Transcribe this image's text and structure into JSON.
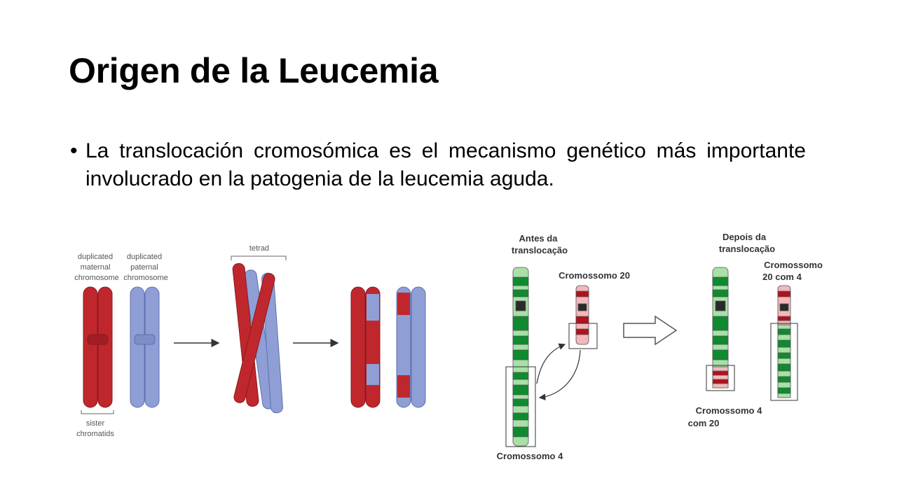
{
  "slide": {
    "title": "Origen de la Leucemia",
    "bullet": "La translocación cromosómica es el mecanismo genético más importante involucrado en la patogenia de la leucemia aguda."
  },
  "meiosis_figure": {
    "label_maternal": [
      "duplicated",
      "maternal",
      "chromosome"
    ],
    "label_paternal": [
      "duplicated",
      "paternal",
      "chromosome"
    ],
    "label_tetrad": "tetrad",
    "label_chromatids": [
      "sister",
      "chromatids"
    ],
    "colors": {
      "maternal": "#c0272d",
      "paternal": "#8f9fd6"
    }
  },
  "translocation_figure": {
    "before_heading": [
      "Antes da",
      "translocação"
    ],
    "after_heading": [
      "Depois da",
      "translocação"
    ],
    "chr20_label": "Cromossomo 20",
    "chr4_label": "Cromossomo 4",
    "chr20_with4_label": [
      "Cromossomo",
      "20 com 4"
    ],
    "chr4_with20_label": [
      "Cromossomo 4",
      "com 20"
    ],
    "colors": {
      "chr4_band": "#0f8a2e",
      "chr4_light": "#a8e0a8",
      "chr20_band": "#b0121e",
      "chr20_light": "#f3b8bc"
    }
  }
}
